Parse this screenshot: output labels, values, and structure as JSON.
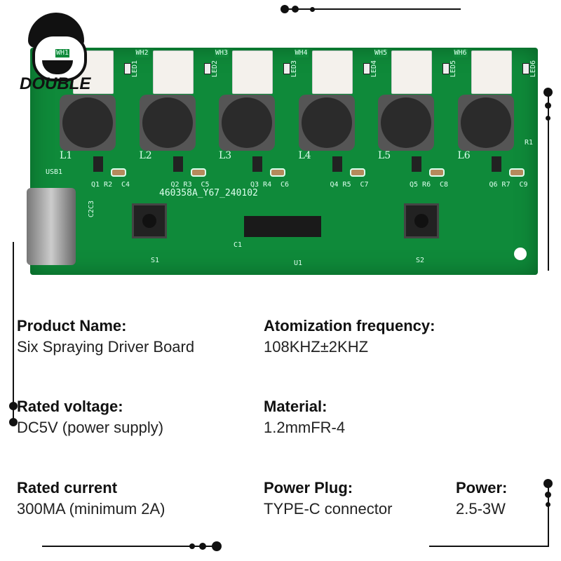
{
  "logo": {
    "text": "DOUBLE"
  },
  "board": {
    "connectors": [
      "WH1",
      "WH2",
      "WH3",
      "WH4",
      "WH5",
      "WH6"
    ],
    "leds": [
      "LED1",
      "LED2",
      "LED3",
      "LED4",
      "LED5",
      "LED6"
    ],
    "inductors": [
      "L1",
      "L2",
      "L3",
      "L4",
      "L5",
      "L6"
    ],
    "parts": [
      "Q1 R2",
      "C4",
      "Q2 R3",
      "C5",
      "Q3 R4",
      "C6",
      "Q4 R5",
      "C7",
      "Q5 R6",
      "C8",
      "Q6 R7",
      "C9"
    ],
    "code": "460358A_Y67_240102",
    "usb": "USB1",
    "c2c3": "C2C3",
    "s1": "S1",
    "s2": "S2",
    "c1": "C1",
    "u1": "U1",
    "r1": "R1"
  },
  "specs": [
    {
      "label": "Product Name:",
      "value": "Six Spraying Driver Board"
    },
    {
      "label": "Atomization frequency:",
      "value": "108KHZ±2KHZ"
    },
    {
      "label": "Rated voltage:",
      "value": "DC5V (power supply)"
    },
    {
      "label": "Material:",
      "value": "1.2mmFR-4"
    },
    {
      "label": "Rated current",
      "value": "300MA (minimum 2A)"
    },
    {
      "label": "Power Plug:",
      "value": "TYPE-C connector"
    },
    {
      "label": "Power:",
      "value": "2.5-3W"
    }
  ]
}
